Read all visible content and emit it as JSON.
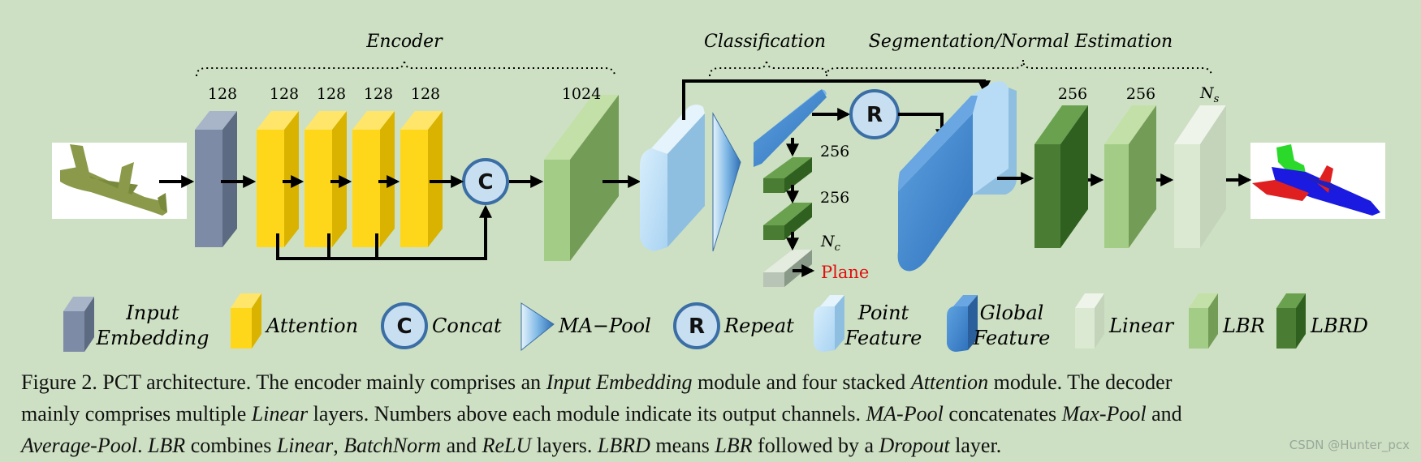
{
  "sections": {
    "encoder": "Encoder",
    "classification": "Classification",
    "segmentation": "Segmentation/Normal Estimation"
  },
  "channels": {
    "embed": "128",
    "att1": "128",
    "att2": "128",
    "att3": "128",
    "att4": "128",
    "lbr_enc": "1024",
    "cls1": "256",
    "cls2": "256",
    "cls_out": "N",
    "cls_out_sub": "c",
    "seg1": "256",
    "seg2": "256",
    "seg_out": "N",
    "seg_out_sub": "s"
  },
  "nodes": {
    "concat": "C",
    "repeat": "R",
    "plane": "Plane"
  },
  "legend": {
    "input_embedding_1": "Input",
    "input_embedding_2": "Embedding",
    "attention": "Attention",
    "concat_symbol": "C",
    "concat": "Concat",
    "ma_pool": "MA−Pool",
    "repeat_symbol": "R",
    "repeat": "Repeat",
    "point_feature_1": "Point",
    "point_feature_2": "Feature",
    "global_feature_1": "Global",
    "global_feature_2": "Feature",
    "linear": "Linear",
    "lbr": "LBR",
    "lbrd": "LBRD"
  },
  "caption": {
    "s1": "Figure 2.  PCT architecture.  The encoder mainly comprises an ",
    "s2": "Input Embedding",
    "s3": " module and four stacked ",
    "s4": "Attention",
    "s5": " module. The decoder",
    "s6": "mainly comprises multiple ",
    "s7": "Linear",
    "s8": " layers. Numbers above each module indicate its output channels. ",
    "s9": "MA-Pool",
    "s10": " concatenates ",
    "s11": "Max-Pool",
    "s12": " and",
    "s13": "Average-Pool",
    "s14": ". ",
    "s15": "LBR",
    "s16": " combines ",
    "s17": "Linear",
    "s18": ", ",
    "s19": "BatchNorm",
    "s20": " and ",
    "s21": "ReLU",
    "s22": " layers. ",
    "s23": "LBRD",
    "s24": " means ",
    "s25": "LBR",
    "s26": " followed by a ",
    "s27": "Dropout",
    "s28": " layer."
  },
  "watermark": "CSDN @Hunter_pcx",
  "colors": {
    "background": "#cde0c3",
    "embed": "#7d8ba6",
    "attention": "#ffd71a",
    "lbr": "#a3cc86",
    "lbrd": "#4a7d33",
    "linear": "#dbe8d2",
    "point_feature": "#b8dcf5",
    "global_feature": "#3d85cc",
    "plane_text": "#e01010"
  }
}
